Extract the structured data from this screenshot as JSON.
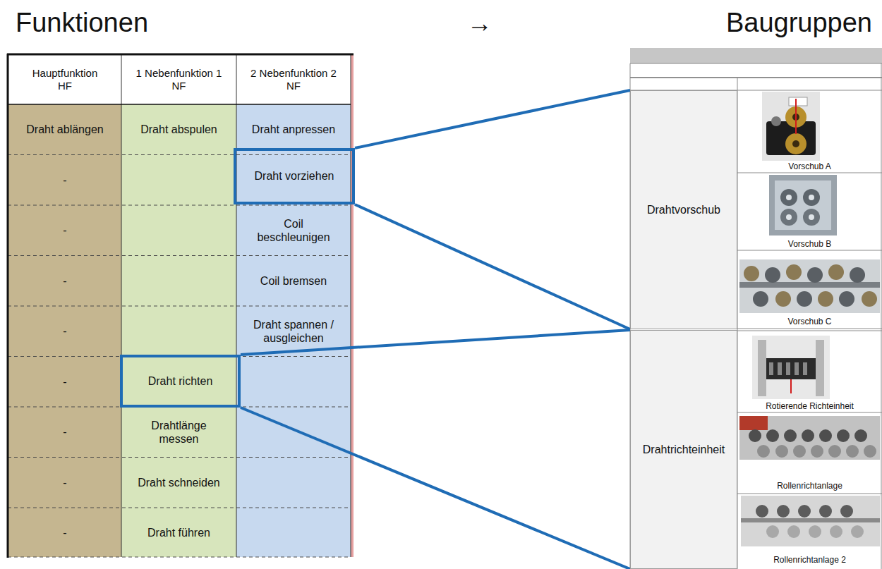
{
  "diagram": {
    "nodes": [
      {
        "text": [
          "Draht vorziehen"
        ]
      },
      {
        "text": [
          "Draht richten"
        ]
      },
      {
        "text": [
          "Drahtvorschub"
        ]
      },
      {
        "text": [
          "Drahtrichteinheit"
        ]
      }
    ],
    "edges": [
      {
        "from": 0,
        "to": 2,
        "arrow": "none"
      },
      {
        "from": 0,
        "to": 2,
        "arrow": "none"
      },
      {
        "from": 1,
        "to": 3,
        "arrow": "none"
      },
      {
        "from": 1,
        "to": 3,
        "arrow": "none"
      }
    ],
    "labels": [
      "Funktionen",
      "→",
      "Baugruppen",
      "Hauptfunktion HF",
      "1 Nebenfunktion 1 NF",
      "2 Nebenfunktion 2 NF",
      "Draht ablängen",
      "Draht abspulen",
      "Draht anpressen",
      "-",
      "-",
      "-",
      "-",
      "-",
      "-",
      "-",
      "-",
      "Coil beschleunigen",
      "Coil bremsen",
      "Draht spannen / ausgleichen",
      "Drahtlänge messen",
      "Draht schneiden",
      "Draht führen",
      "Vorschub A",
      "Vorschub B",
      "Vorschub C",
      "Rotierende Richteinheit",
      "Rollenrichtanlage",
      "Rollenrichtanlage 2"
    ]
  }
}
